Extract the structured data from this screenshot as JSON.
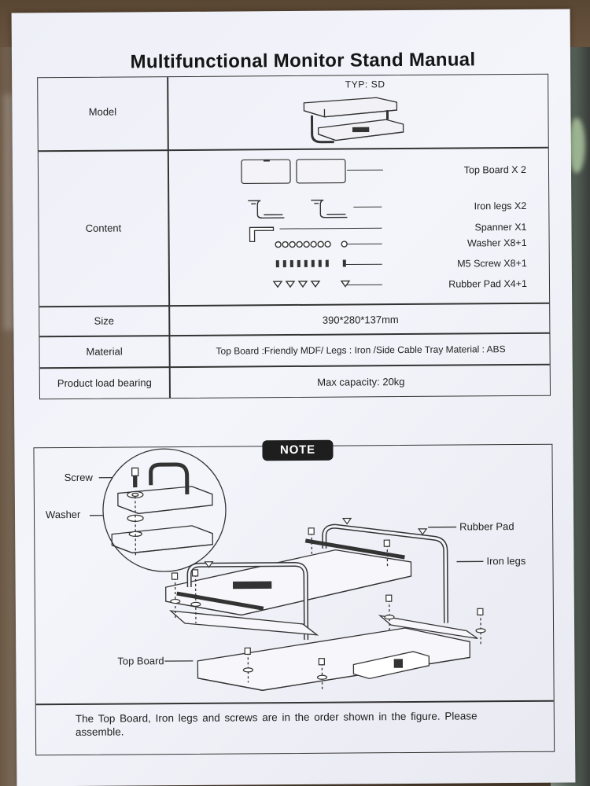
{
  "title": "Multifunctional Monitor Stand Manual",
  "model": {
    "label": "Model",
    "value": "TYP: SD"
  },
  "content": {
    "label": "Content",
    "parts": [
      {
        "name": "Top Board X 2",
        "icon": "top-board-icon"
      },
      {
        "name": "Iron legs  X2",
        "icon": "iron-leg-icon"
      },
      {
        "name": "Spanner X1",
        "icon": "spanner-icon"
      },
      {
        "name": "Washer X8+1",
        "icon": "washer-icon"
      },
      {
        "name": "M5 Screw X8+1",
        "icon": "screw-icon"
      },
      {
        "name": "Rubber Pad X4+1",
        "icon": "rubber-pad-icon"
      }
    ]
  },
  "size": {
    "label": "Size",
    "value": "390*280*137mm"
  },
  "material": {
    "label": "Material",
    "value": "Top Board :Friendly MDF/ Legs : Iron  /Side Cable Tray Material : ABS"
  },
  "load": {
    "label": "Product load bearing",
    "value": "Max capacity:  20kg"
  },
  "note": {
    "badge": "NOTE",
    "callouts": {
      "screw": "Screw",
      "washer": "Washer",
      "rubber_pad": "Rubber Pad",
      "iron_legs": "Iron legs",
      "top_board": "Top Board"
    },
    "instruction": "The Top Board, Iron legs and screws are in the order shown in the figure. Please assemble."
  },
  "colors": {
    "ink": "#1c1c1c",
    "paper": "#eeeff7",
    "badge": "#1e1e1e"
  }
}
